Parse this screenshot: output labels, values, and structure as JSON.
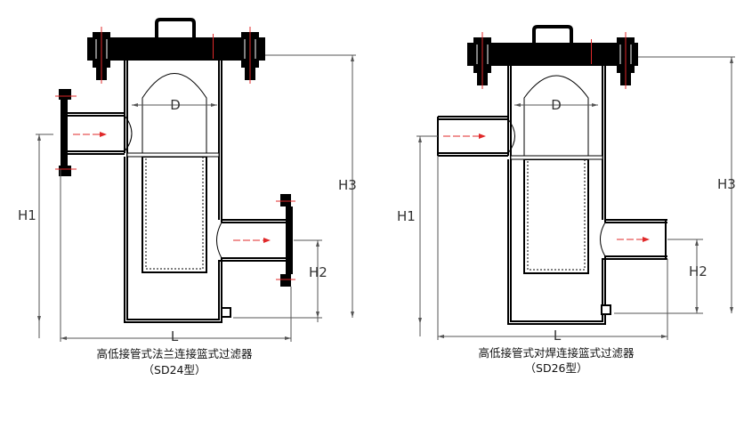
{
  "figures": [
    {
      "caption_line1": "高低接管式法兰连接篮式过滤器",
      "caption_line2": "（SD24型）",
      "dims": {
        "d": "D",
        "h1": "H1",
        "h2": "H2",
        "h3": "H3",
        "l": "L"
      }
    },
    {
      "caption_line1": "高低接管式对焊连接篮式过滤器",
      "caption_line2": "（SD26型）",
      "dims": {
        "d": "D",
        "h1": "H1",
        "h2": "H2",
        "h3": "H3",
        "l": "L"
      }
    }
  ],
  "colors": {
    "line": "#111111",
    "fill": "#000000",
    "red": "#e0292a",
    "dim": "#555555"
  }
}
